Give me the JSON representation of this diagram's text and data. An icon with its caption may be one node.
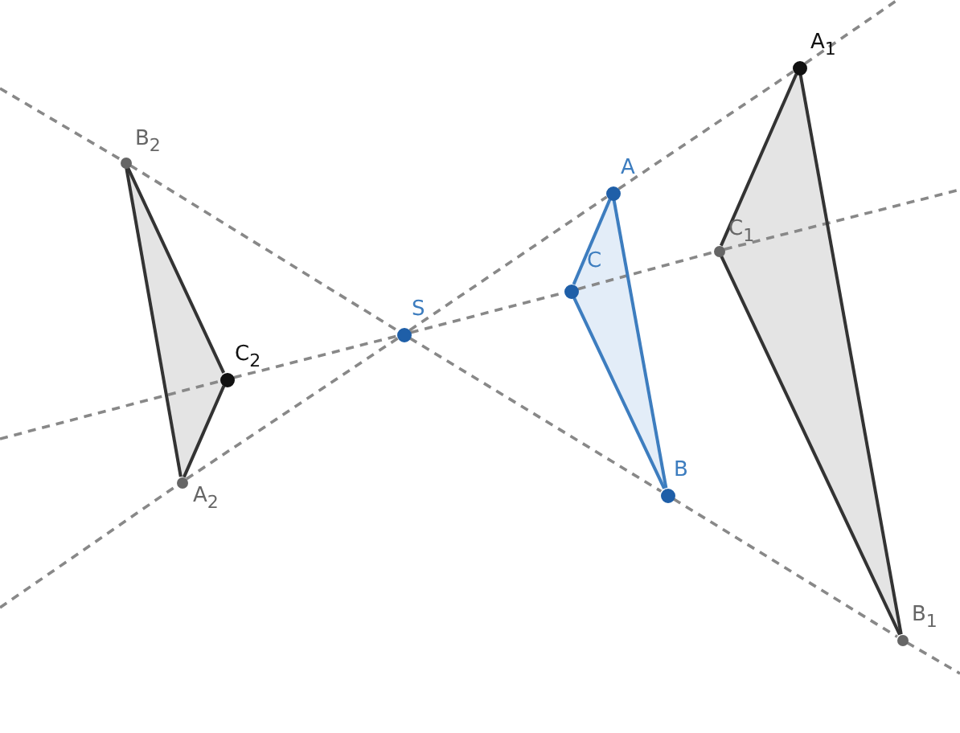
{
  "diagram": {
    "nodes": [
      {
        "text": [],
        "shape": "circle",
        "beside": [
          "A$_{1}$"
        ]
      },
      {
        "text": [],
        "shape": "circle",
        "beside": [
          "B$_{2}$"
        ]
      },
      {
        "text": [],
        "shape": "circle",
        "beside": [
          "A"
        ]
      },
      {
        "text": [],
        "shape": "circle",
        "beside": [
          "C$_{1}$"
        ]
      },
      {
        "text": [],
        "shape": "circle",
        "beside": [
          "C"
        ]
      },
      {
        "text": [],
        "shape": "circle",
        "beside": [
          "S"
        ]
      },
      {
        "text": [],
        "shape": "circle",
        "beside": [
          "C$_{2}$"
        ]
      },
      {
        "text": [],
        "shape": "circle",
        "beside": [
          "B"
        ]
      },
      {
        "text": [],
        "shape": "circle",
        "beside": [
          "A$_{2}$"
        ]
      },
      {
        "text": [],
        "shape": "circle",
        "beside": [
          "B$_{1}$"
        ]
      }
    ],
    "edges": [
      {
        "from": null,
        "to": 8,
        "arrow": "none",
        "style": "dashed"
      },
      {
        "from": 8,
        "to": 5,
        "arrow": "none",
        "style": "dashed"
      },
      {
        "from": 5,
        "to": 2,
        "arrow": "none",
        "style": "dashed"
      },
      {
        "from": 2,
        "to": 0,
        "arrow": "none",
        "style": "dashed"
      },
      {
        "from": 0,
        "to": null,
        "arrow": "none",
        "style": "dashed"
      },
      {
        "from": null,
        "to": 1,
        "arrow": "none",
        "style": "dashed"
      },
      {
        "from": 1,
        "to": 5,
        "arrow": "none",
        "style": "dashed"
      },
      {
        "from": 5,
        "to": 7,
        "arrow": "none",
        "style": "dashed"
      },
      {
        "from": 7,
        "to": 9,
        "arrow": "none",
        "style": "dashed"
      },
      {
        "from": 9,
        "to": null,
        "arrow": "none",
        "style": "dashed"
      },
      {
        "from": null,
        "to": 6,
        "arrow": "none",
        "style": "dashed"
      },
      {
        "from": 6,
        "to": 5,
        "arrow": "none",
        "style": "dashed"
      },
      {
        "from": 5,
        "to": 4,
        "arrow": "none",
        "style": "dashed"
      },
      {
        "from": 4,
        "to": 3,
        "arrow": "none",
        "style": "dashed"
      },
      {
        "from": 3,
        "to": null,
        "arrow": "none",
        "style": "dashed"
      },
      {
        "from": 2,
        "to": 7,
        "arrow": "none",
        "color": "#3d7dbf"
      },
      {
        "from": 7,
        "to": 4,
        "arrow": "none",
        "color": "#3d7dbf"
      },
      {
        "from": 4,
        "to": 2,
        "arrow": "none",
        "color": "#3d7dbf"
      },
      {
        "from": 0,
        "to": 9,
        "arrow": "none",
        "color": "#333333"
      },
      {
        "from": 9,
        "to": 3,
        "arrow": "none",
        "color": "#333333"
      },
      {
        "from": 3,
        "to": 0,
        "arrow": "none",
        "color": "#333333"
      },
      {
        "from": 1,
        "to": 6,
        "arrow": "none",
        "color": "#333333"
      },
      {
        "from": 6,
        "to": 8,
        "arrow": "none",
        "color": "#333333"
      },
      {
        "from": 8,
        "to": 1,
        "arrow": "none",
        "color": "#333333"
      }
    ]
  }
}
